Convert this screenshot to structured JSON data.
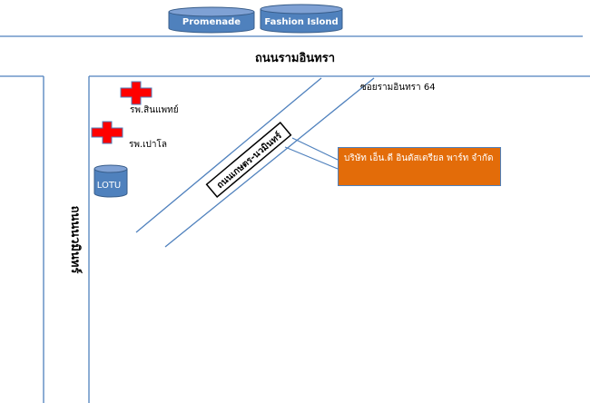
{
  "colors": {
    "road_line": "#4f81bd",
    "cylinder_fill": "#4f81bd",
    "cylinder_stroke": "#385d8a",
    "hospital_cross": "#ff0000",
    "company_fill": "#e36c09"
  },
  "landmarks": {
    "promenade": "Promenade",
    "fashion_island": "Fashion Islond",
    "lotus": "LOTU"
  },
  "roads": {
    "ram_inthra": "ถนนรามอินทรา",
    "soi_64": "ซอยรามอินทรา 64",
    "kaset_nawamin": "ถนนเกษตร-นวมินทร์",
    "nawamin": "ถนนนวมินทร์"
  },
  "hospitals": [
    {
      "name": "รพ.สินแพทย์",
      "icon": "hospital-cross-icon"
    },
    {
      "name": "รพ.เปาโล",
      "icon": "hospital-cross-icon"
    }
  ],
  "company": {
    "name": "บริษัท เอ็น.ดี อินดัสเตรียล พาร์ท จำกัด"
  }
}
